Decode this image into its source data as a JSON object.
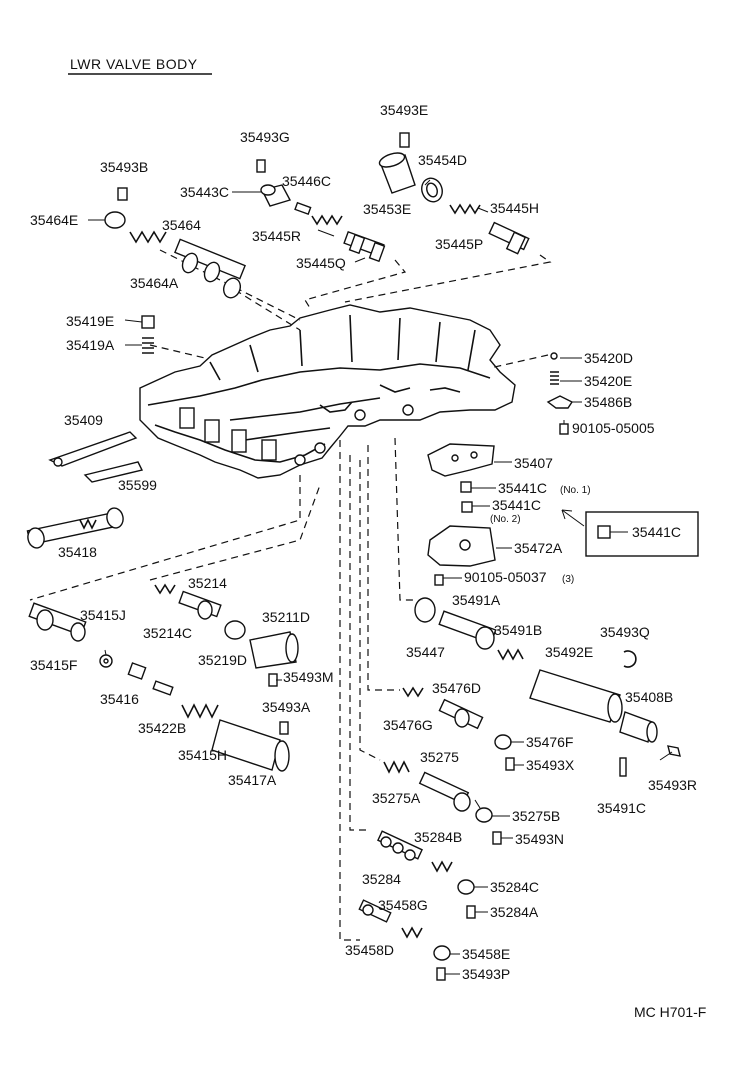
{
  "title": "LWR VALVE BODY",
  "footer_code": "MC  H701-F",
  "parts": {
    "p35493E": "35493E",
    "p35493G": "35493G",
    "p35454D": "35454D",
    "p35493B": "35493B",
    "p35443C": "35443C",
    "p35446C": "35446C",
    "p35453E": "35453E",
    "p35445H": "35445H",
    "p35464E": "35464E",
    "p35464": "35464",
    "p35445R": "35445R",
    "p35445P": "35445P",
    "p35445Q": "35445Q",
    "p35464A": "35464A",
    "p35419E": "35419E",
    "p35419A": "35419A",
    "p35420D": "35420D",
    "p35420E": "35420E",
    "p35486B": "35486B",
    "p90105_05005": "90105-05005",
    "p35409": "35409",
    "p35407": "35407",
    "p35599": "35599",
    "p35441C_1": "35441C",
    "p35441C_1_note": "(No. 1)",
    "p35441C_2": "35441C",
    "p35441C_2_note": "(No. 2)",
    "p35441C_box": "35441C",
    "p35418": "35418",
    "p35472A": "35472A",
    "p90105_05037": "90105-05037",
    "p90105_05037_note": "(3)",
    "p35214": "35214",
    "p35491A": "35491A",
    "p35415J": "35415J",
    "p35211D": "35211D",
    "p35214C": "35214C",
    "p35491B": "35491B",
    "p35493Q": "35493Q",
    "p35415F": "35415F",
    "p35219D": "35219D",
    "p35447": "35447",
    "p35492E": "35492E",
    "p35493M": "35493M",
    "p35476D": "35476D",
    "p35408B": "35408B",
    "p35416": "35416",
    "p35493A": "35493A",
    "p35422B": "35422B",
    "p35476G": "35476G",
    "p35415H": "35415H",
    "p35476F": "35476F",
    "p35275": "35275",
    "p35493X": "35493X",
    "p35417A": "35417A",
    "p35493R": "35493R",
    "p35275A": "35275A",
    "p35491C": "35491C",
    "p35275B": "35275B",
    "p35493N": "35493N",
    "p35284B": "35284B",
    "p35284": "35284",
    "p35284C": "35284C",
    "p35458G": "35458G",
    "p35284A": "35284A",
    "p35458D": "35458D",
    "p35458E": "35458E",
    "p35493P": "35493P"
  }
}
